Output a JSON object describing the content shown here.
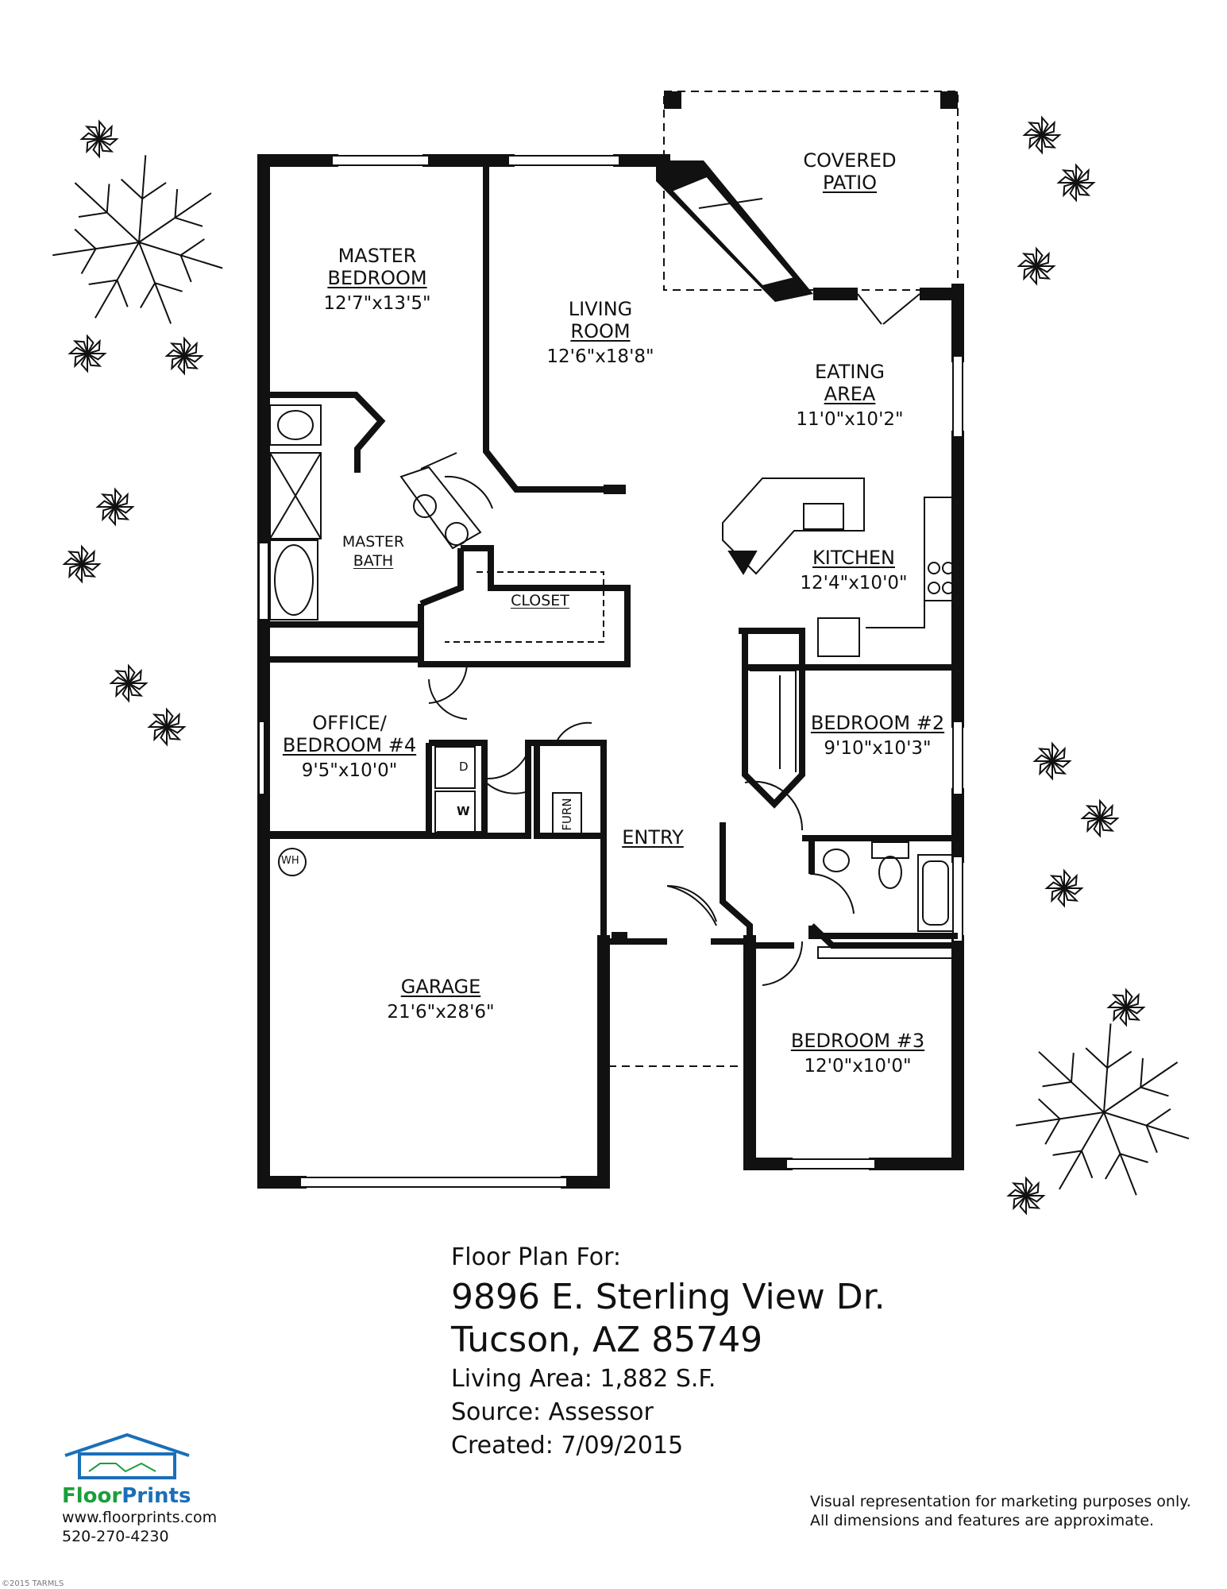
{
  "rooms": {
    "master_bedroom": {
      "line1": "MASTER",
      "line2": "BEDROOM",
      "dim": "12'7\"x13'5\""
    },
    "living_room": {
      "line1": "LIVING",
      "line2": "ROOM",
      "dim": "12'6\"x18'8\""
    },
    "covered_patio": {
      "line1": "COVERED",
      "line2": "PATIO"
    },
    "eating_area": {
      "line1": "EATING",
      "line2": "AREA",
      "dim": "11'0\"x10'2\""
    },
    "master_bath": {
      "line1": "MASTER",
      "line2": "BATH"
    },
    "closet": {
      "line1": "CLOSET"
    },
    "kitchen": {
      "line1": "KITCHEN",
      "dim": "12'4\"x10'0\""
    },
    "office": {
      "line1": "OFFICE/",
      "line2": "BEDROOM #4",
      "dim": "9'5\"x10'0\""
    },
    "bedroom2": {
      "line1": "BEDROOM #2",
      "dim": "9'10\"x10'3\""
    },
    "entry": {
      "line1": "ENTRY"
    },
    "garage": {
      "line1": "GARAGE",
      "dim": "21'6\"x28'6\""
    },
    "bedroom3": {
      "line1": "BEDROOM #3",
      "dim": "12'0\"x10'0\""
    }
  },
  "fixtures": {
    "dryer": "D",
    "washer": "W",
    "furnace": "FURN",
    "water_heater": "WH"
  },
  "info": {
    "heading": "Floor Plan For:",
    "address_line1": "9896 E. Sterling View Dr.",
    "address_line2": "Tucson, AZ 85749",
    "living_area": "Living Area:  1,882 S.F.",
    "source": "Source:  Assessor",
    "created": "Created:  7/09/2015"
  },
  "logo": {
    "brand_a": "Floor",
    "brand_b": "Prints",
    "website": "www.floorprints.com",
    "phone": "520-270-4230",
    "copyright": "©2015 TARMLS"
  },
  "disclaimer": {
    "line1": "Visual representation for marketing purposes only.",
    "line2": "All dimensions and features are approximate."
  },
  "colors": {
    "wall": "#111111",
    "logo_blue": "#1a6fb8",
    "logo_green": "#1b9e3a"
  }
}
